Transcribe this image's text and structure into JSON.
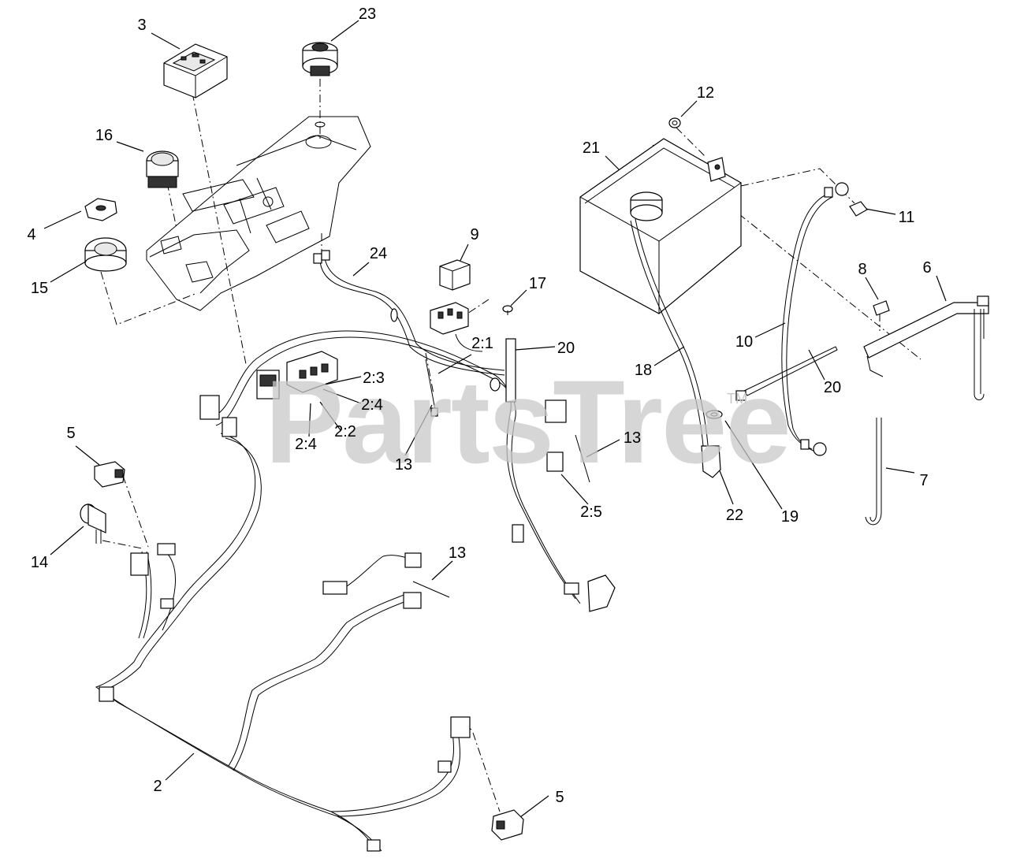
{
  "watermark": {
    "text": "PartsTree",
    "trademark": "TM"
  },
  "callouts": [
    {
      "id": "c-3",
      "text": "3"
    },
    {
      "id": "c-23",
      "text": "23"
    },
    {
      "id": "c-16",
      "text": "16"
    },
    {
      "id": "c-4",
      "text": "4"
    },
    {
      "id": "c-15",
      "text": "15"
    },
    {
      "id": "c-24",
      "text": "24"
    },
    {
      "id": "c-9",
      "text": "9"
    },
    {
      "id": "c-17",
      "text": "17"
    },
    {
      "id": "c-12",
      "text": "12"
    },
    {
      "id": "c-21",
      "text": "21"
    },
    {
      "id": "c-11",
      "text": "11"
    },
    {
      "id": "c-8",
      "text": "8"
    },
    {
      "id": "c-6",
      "text": "6"
    },
    {
      "id": "c-10",
      "text": "10"
    },
    {
      "id": "c-18",
      "text": "18"
    },
    {
      "id": "c-20a",
      "text": "20"
    },
    {
      "id": "c-20b",
      "text": "20"
    },
    {
      "id": "c-2-1",
      "text": "2:1"
    },
    {
      "id": "c-2-3",
      "text": "2:3"
    },
    {
      "id": "c-2-4a",
      "text": "2:4"
    },
    {
      "id": "c-2-4b",
      "text": "2:4"
    },
    {
      "id": "c-2-2",
      "text": "2:2"
    },
    {
      "id": "c-13a",
      "text": "13"
    },
    {
      "id": "c-13b",
      "text": "13"
    },
    {
      "id": "c-13c",
      "text": "13"
    },
    {
      "id": "c-5a",
      "text": "5"
    },
    {
      "id": "c-14",
      "text": "14"
    },
    {
      "id": "c-2-5",
      "text": "2:5"
    },
    {
      "id": "c-22",
      "text": "22"
    },
    {
      "id": "c-19",
      "text": "19"
    },
    {
      "id": "c-7",
      "text": "7"
    },
    {
      "id": "c-2",
      "text": "2"
    },
    {
      "id": "c-5b",
      "text": "5"
    }
  ]
}
